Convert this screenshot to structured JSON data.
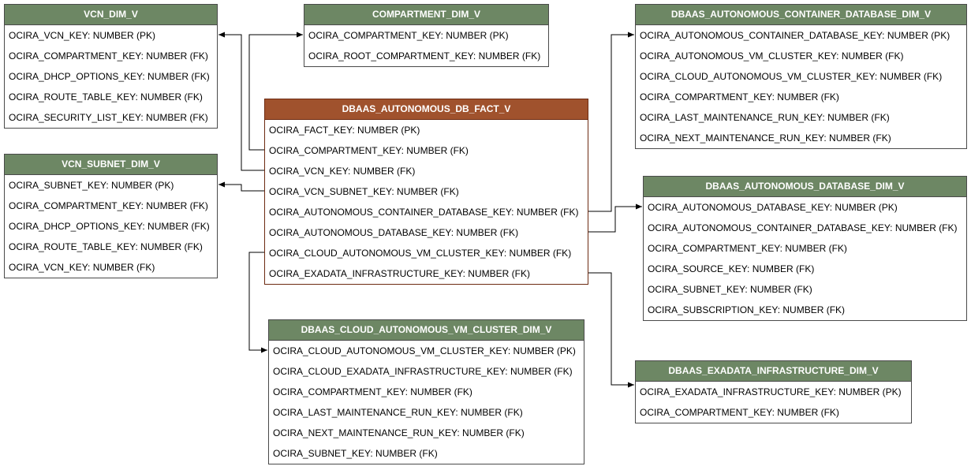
{
  "entities": {
    "vcn_dim": {
      "title": "VCN_DIM_V",
      "fields": [
        "OCIRA_VCN_KEY: NUMBER (PK)",
        "OCIRA_COMPARTMENT_KEY: NUMBER (FK)",
        "OCIRA_DHCP_OPTIONS_KEY: NUMBER (FK)",
        "OCIRA_ROUTE_TABLE_KEY: NUMBER (FK)",
        "OCIRA_SECURITY_LIST_KEY: NUMBER (FK)"
      ]
    },
    "vcn_subnet_dim": {
      "title": "VCN_SUBNET_DIM_V",
      "fields": [
        "OCIRA_SUBNET_KEY: NUMBER (PK)",
        "OCIRA_COMPARTMENT_KEY: NUMBER (FK)",
        "OCIRA_DHCP_OPTIONS_KEY: NUMBER (FK)",
        "OCIRA_ROUTE_TABLE_KEY: NUMBER (FK)",
        "OCIRA_VCN_KEY: NUMBER (FK)"
      ]
    },
    "compartment_dim": {
      "title": "COMPARTMENT_DIM_V",
      "fields": [
        "OCIRA_COMPARTMENT_KEY: NUMBER (PK)",
        "OCIRA_ROOT_COMPARTMENT_KEY: NUMBER (FK)"
      ]
    },
    "fact": {
      "title": "DBAAS_AUTONOMOUS_DB_FACT_V",
      "fields": [
        "OCIRA_FACT_KEY: NUMBER (PK)",
        "OCIRA_COMPARTMENT_KEY: NUMBER (FK)",
        "OCIRA_VCN_KEY: NUMBER (FK)",
        "OCIRA_VCN_SUBNET_KEY: NUMBER (FK)",
        "OCIRA_AUTONOMOUS_CONTAINER_DATABASE_KEY: NUMBER (FK)",
        "OCIRA_AUTONOMOUS_DATABASE_KEY: NUMBER (FK)",
        "OCIRA_CLOUD_AUTONOMOUS_VM_CLUSTER_KEY: NUMBER (FK)",
        "OCIRA_EXADATA_INFRASTRUCTURE_KEY: NUMBER (FK)"
      ]
    },
    "acd_dim": {
      "title": "DBAAS_AUTONOMOUS_CONTAINER_DATABASE_DIM_V",
      "fields": [
        "OCIRA_AUTONOMOUS_CONTAINER_DATABASE_KEY: NUMBER (PK)",
        "OCIRA_AUTONOMOUS_VM_CLUSTER_KEY: NUMBER (FK)",
        "OCIRA_CLOUD_AUTONOMOUS_VM_CLUSTER_KEY: NUMBER (FK)",
        "OCIRA_COMPARTMENT_KEY: NUMBER (FK)",
        "OCIRA_LAST_MAINTENANCE_RUN_KEY: NUMBER (FK)",
        "OCIRA_NEXT_MAINTENANCE_RUN_KEY: NUMBER (FK)"
      ]
    },
    "adb_dim": {
      "title": "DBAAS_AUTONOMOUS_DATABASE_DIM_V",
      "fields": [
        "OCIRA_AUTONOMOUS_DATABASE_KEY: NUMBER (PK)",
        "OCIRA_AUTONOMOUS_CONTAINER_DATABASE_KEY: NUMBER (FK)",
        "OCIRA_COMPARTMENT_KEY: NUMBER (FK)",
        "OCIRA_SOURCE_KEY: NUMBER (FK)",
        "OCIRA_SUBNET_KEY: NUMBER (FK)",
        "OCIRA_SUBSCRIPTION_KEY: NUMBER (FK)"
      ]
    },
    "cavm_dim": {
      "title": "DBAAS_CLOUD_AUTONOMOUS_VM_CLUSTER_DIM_V",
      "fields": [
        "OCIRA_CLOUD_AUTONOMOUS_VM_CLUSTER_KEY: NUMBER (PK)",
        "OCIRA_CLOUD_EXADATA_INFRASTRUCTURE_KEY: NUMBER (FK)",
        "OCIRA_COMPARTMENT_KEY: NUMBER (FK)",
        "OCIRA_LAST_MAINTENANCE_RUN_KEY: NUMBER (FK)",
        "OCIRA_NEXT_MAINTENANCE_RUN_KEY: NUMBER (FK)",
        "OCIRA_SUBNET_KEY: NUMBER (FK)"
      ]
    },
    "exa_dim": {
      "title": "DBAAS_EXADATA_INFRASTRUCTURE_DIM_V",
      "fields": [
        "OCIRA_EXADATA_INFRASTRUCTURE_KEY: NUMBER (PK)",
        "OCIRA_COMPARTMENT_KEY: NUMBER (FK)"
      ]
    }
  },
  "colors": {
    "dimension_header": "#6d8764",
    "fact_header": "#a0522d",
    "connector": "#000000"
  }
}
